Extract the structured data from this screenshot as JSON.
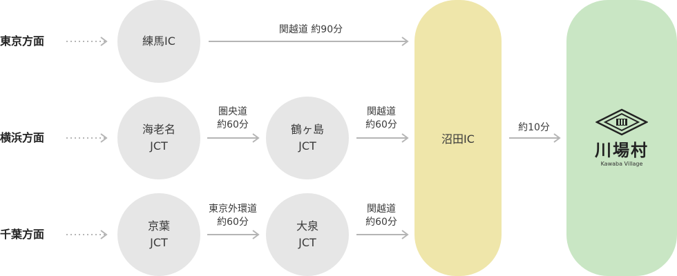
{
  "origins": [
    "東京方面",
    "横浜方面",
    "千葉方面"
  ],
  "nodes": {
    "nerima": [
      "練馬IC"
    ],
    "ebina": [
      "海老名",
      "JCT"
    ],
    "tsurugashima": [
      "鶴ヶ島",
      "JCT"
    ],
    "keiyo": [
      "京葉",
      "JCT"
    ],
    "oizumi": [
      "大泉",
      "JCT"
    ],
    "numata": "沼田IC"
  },
  "routes": {
    "kanetsu_90": "関越道 約90分",
    "kenodo": [
      "圏央道",
      "約60分"
    ],
    "kanetsu_yokohama": [
      "関越道",
      "約60分"
    ],
    "gaikan": [
      "東京外環道",
      "約60分"
    ],
    "kanetsu_chiba": [
      "関越道",
      "約60分"
    ],
    "to_kawaba": "約10分"
  },
  "destination": {
    "name": "川場村",
    "subtitle": "Kawaba Village"
  },
  "colors": {
    "circle": "#e6e6e6",
    "numata": "#efe6aa",
    "kawaba": "#c9e6c4",
    "arrow": "#b4b4b4"
  }
}
